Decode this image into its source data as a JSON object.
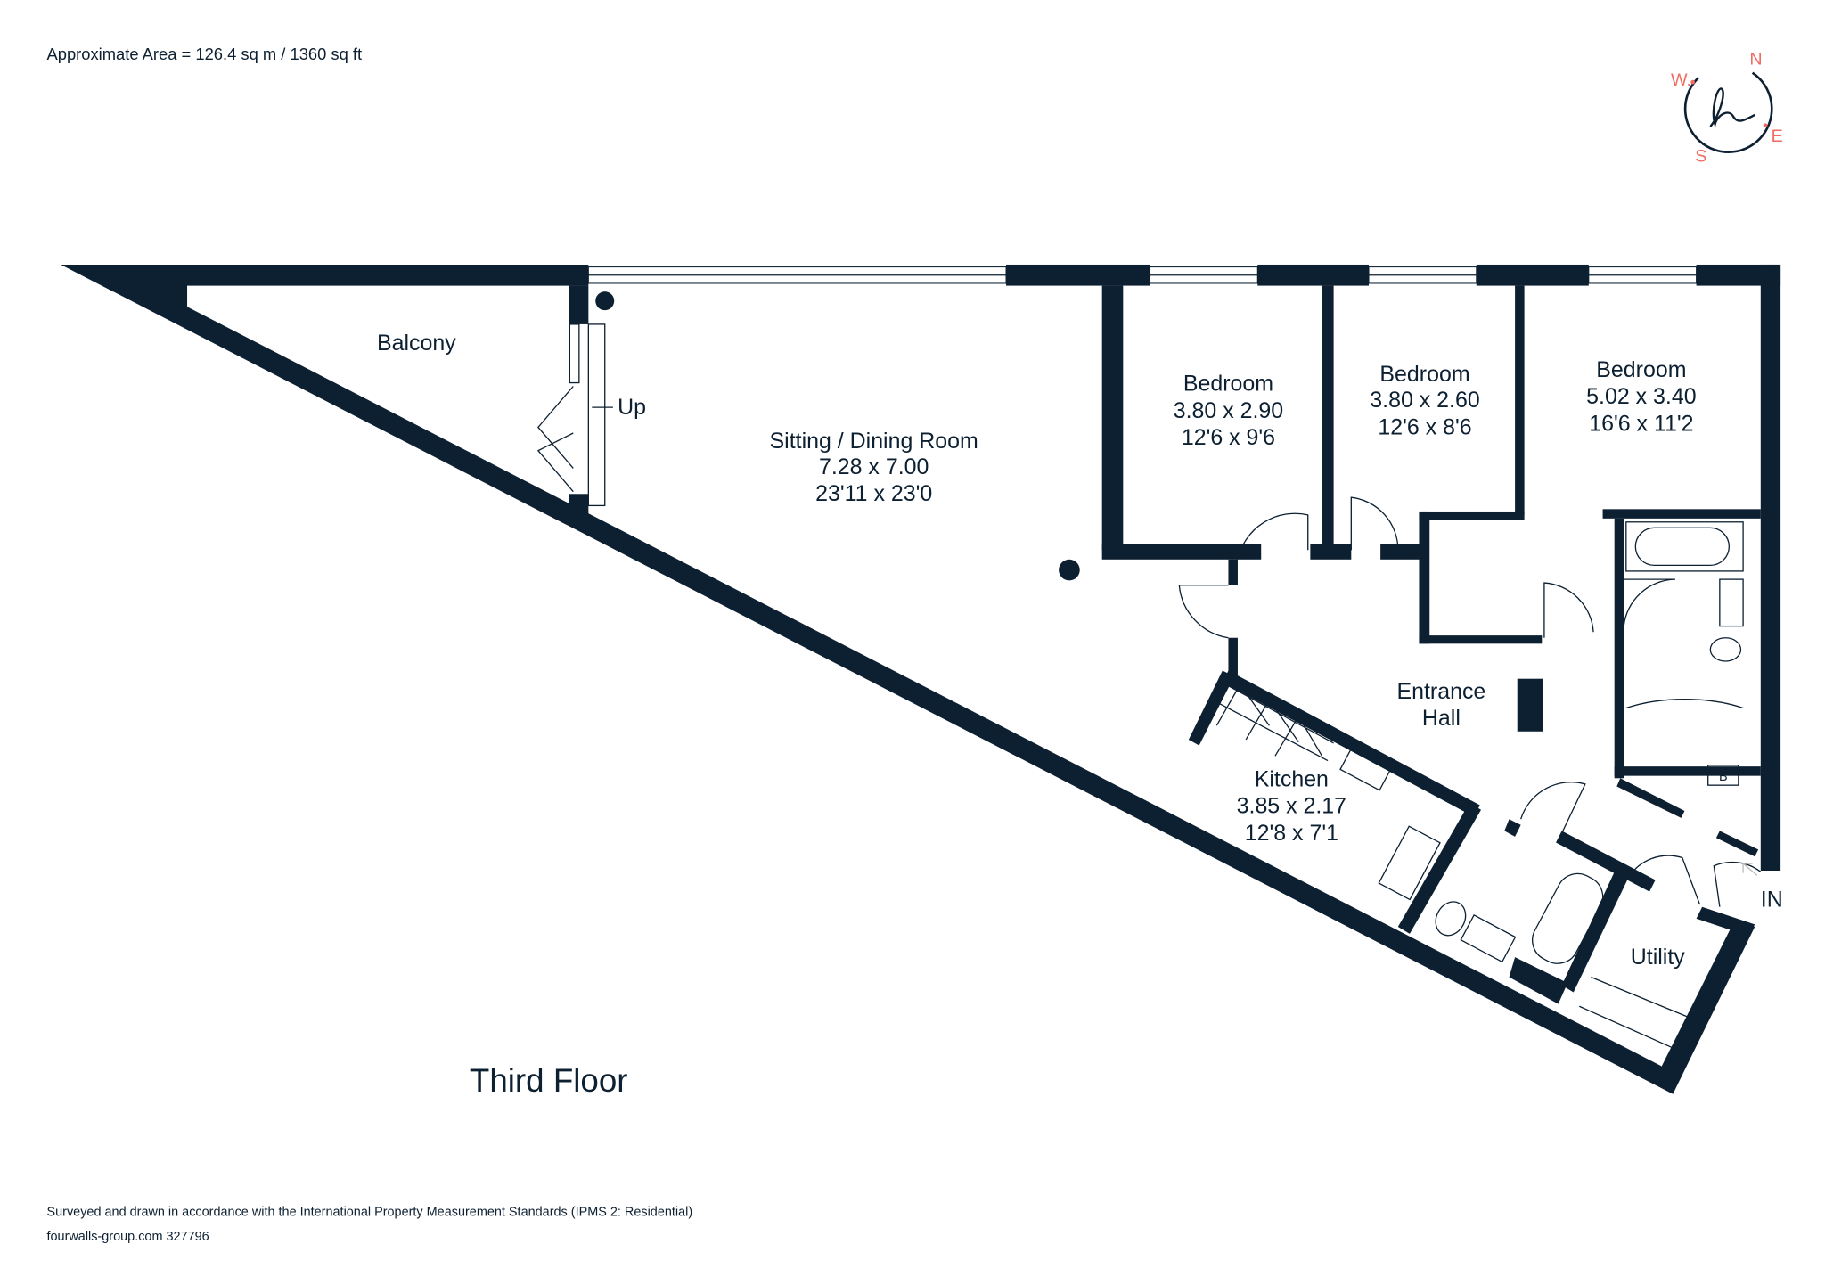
{
  "header": {
    "area": "Approximate Area = 126.4 sq m / 1360 sq ft"
  },
  "compass": {
    "n": "N",
    "e": "E",
    "s": "S",
    "w": "W.",
    "logo": "h",
    "accent": "#f26b63"
  },
  "rooms": {
    "balcony": {
      "name": "Balcony"
    },
    "up": "Up",
    "sitting": {
      "name": "Sitting / Dining Room",
      "metric": "7.28 x 7.00",
      "imperial": "23'11 x 23'0"
    },
    "bedroom1": {
      "name": "Bedroom",
      "metric": "3.80 x 2.90",
      "imperial": "12'6 x 9'6"
    },
    "bedroom2": {
      "name": "Bedroom",
      "metric": "3.80 x 2.60",
      "imperial": "12'6 x 8'6"
    },
    "bedroom3": {
      "name": "Bedroom",
      "metric": "5.02 x 3.40",
      "imperial": "16'6 x 11'2"
    },
    "hall": {
      "line1": "Entrance",
      "line2": "Hall"
    },
    "kitchen": {
      "name": "Kitchen",
      "metric": "3.85 x 2.17",
      "imperial": "12'8 x 7'1"
    },
    "utility": {
      "name": "Utility"
    },
    "boiler": "B",
    "entry": "IN"
  },
  "floor_name": "Third Floor",
  "footer": {
    "standard": "Surveyed and drawn in accordance with the International Property Measurement Standards (IPMS 2: Residential)",
    "ref": "fourwalls-group.com 327796"
  },
  "colors": {
    "wall": "#0d2031"
  }
}
